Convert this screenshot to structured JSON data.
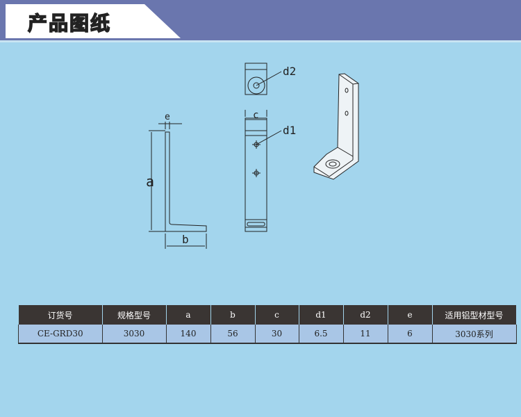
{
  "header": {
    "title": "产品图纸"
  },
  "drawing": {
    "labels": {
      "a": "a",
      "b": "b",
      "c": "c",
      "d1": "d1",
      "d2": "d2",
      "e": "e"
    }
  },
  "table": {
    "headers": [
      "订货号",
      "规格型号",
      "a",
      "b",
      "c",
      "d1",
      "d2",
      "e",
      "适用铝型材型号"
    ],
    "rows": [
      [
        "CE-GRD30",
        "3030",
        "140",
        "56",
        "30",
        "6.5",
        "11",
        "6",
        "3030系列"
      ]
    ]
  }
}
